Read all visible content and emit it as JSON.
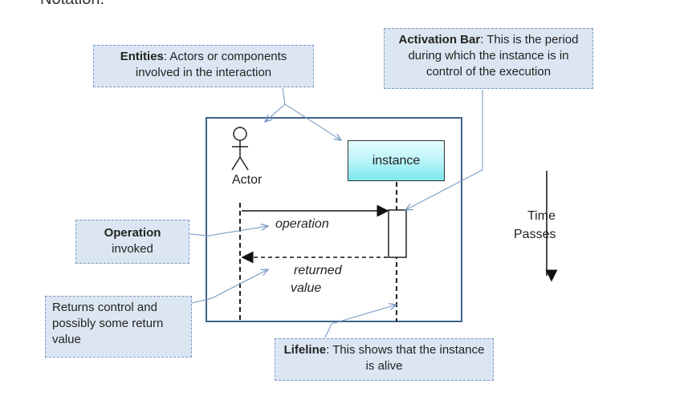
{
  "top_text": "Notation:",
  "callouts": {
    "entities": {
      "title": "Entities",
      "text": ":  Actors or components involved in the interaction"
    },
    "activation": {
      "title": "Activation Bar",
      "text": ": This is the period during which the instance is in control of the execution"
    },
    "operation": {
      "title": "Operation",
      "text": "invoked"
    },
    "returns": {
      "text": "Returns control and possibly some return value"
    },
    "lifeline": {
      "title": "Lifeline",
      "text": ": This shows that the instance is alive"
    }
  },
  "diagram": {
    "actor_label": "Actor",
    "instance_label": "instance",
    "operation_label": "operation",
    "returned_line1": "returned",
    "returned_line2": "value"
  },
  "time": {
    "line1": "Time",
    "line2": "Passes"
  }
}
